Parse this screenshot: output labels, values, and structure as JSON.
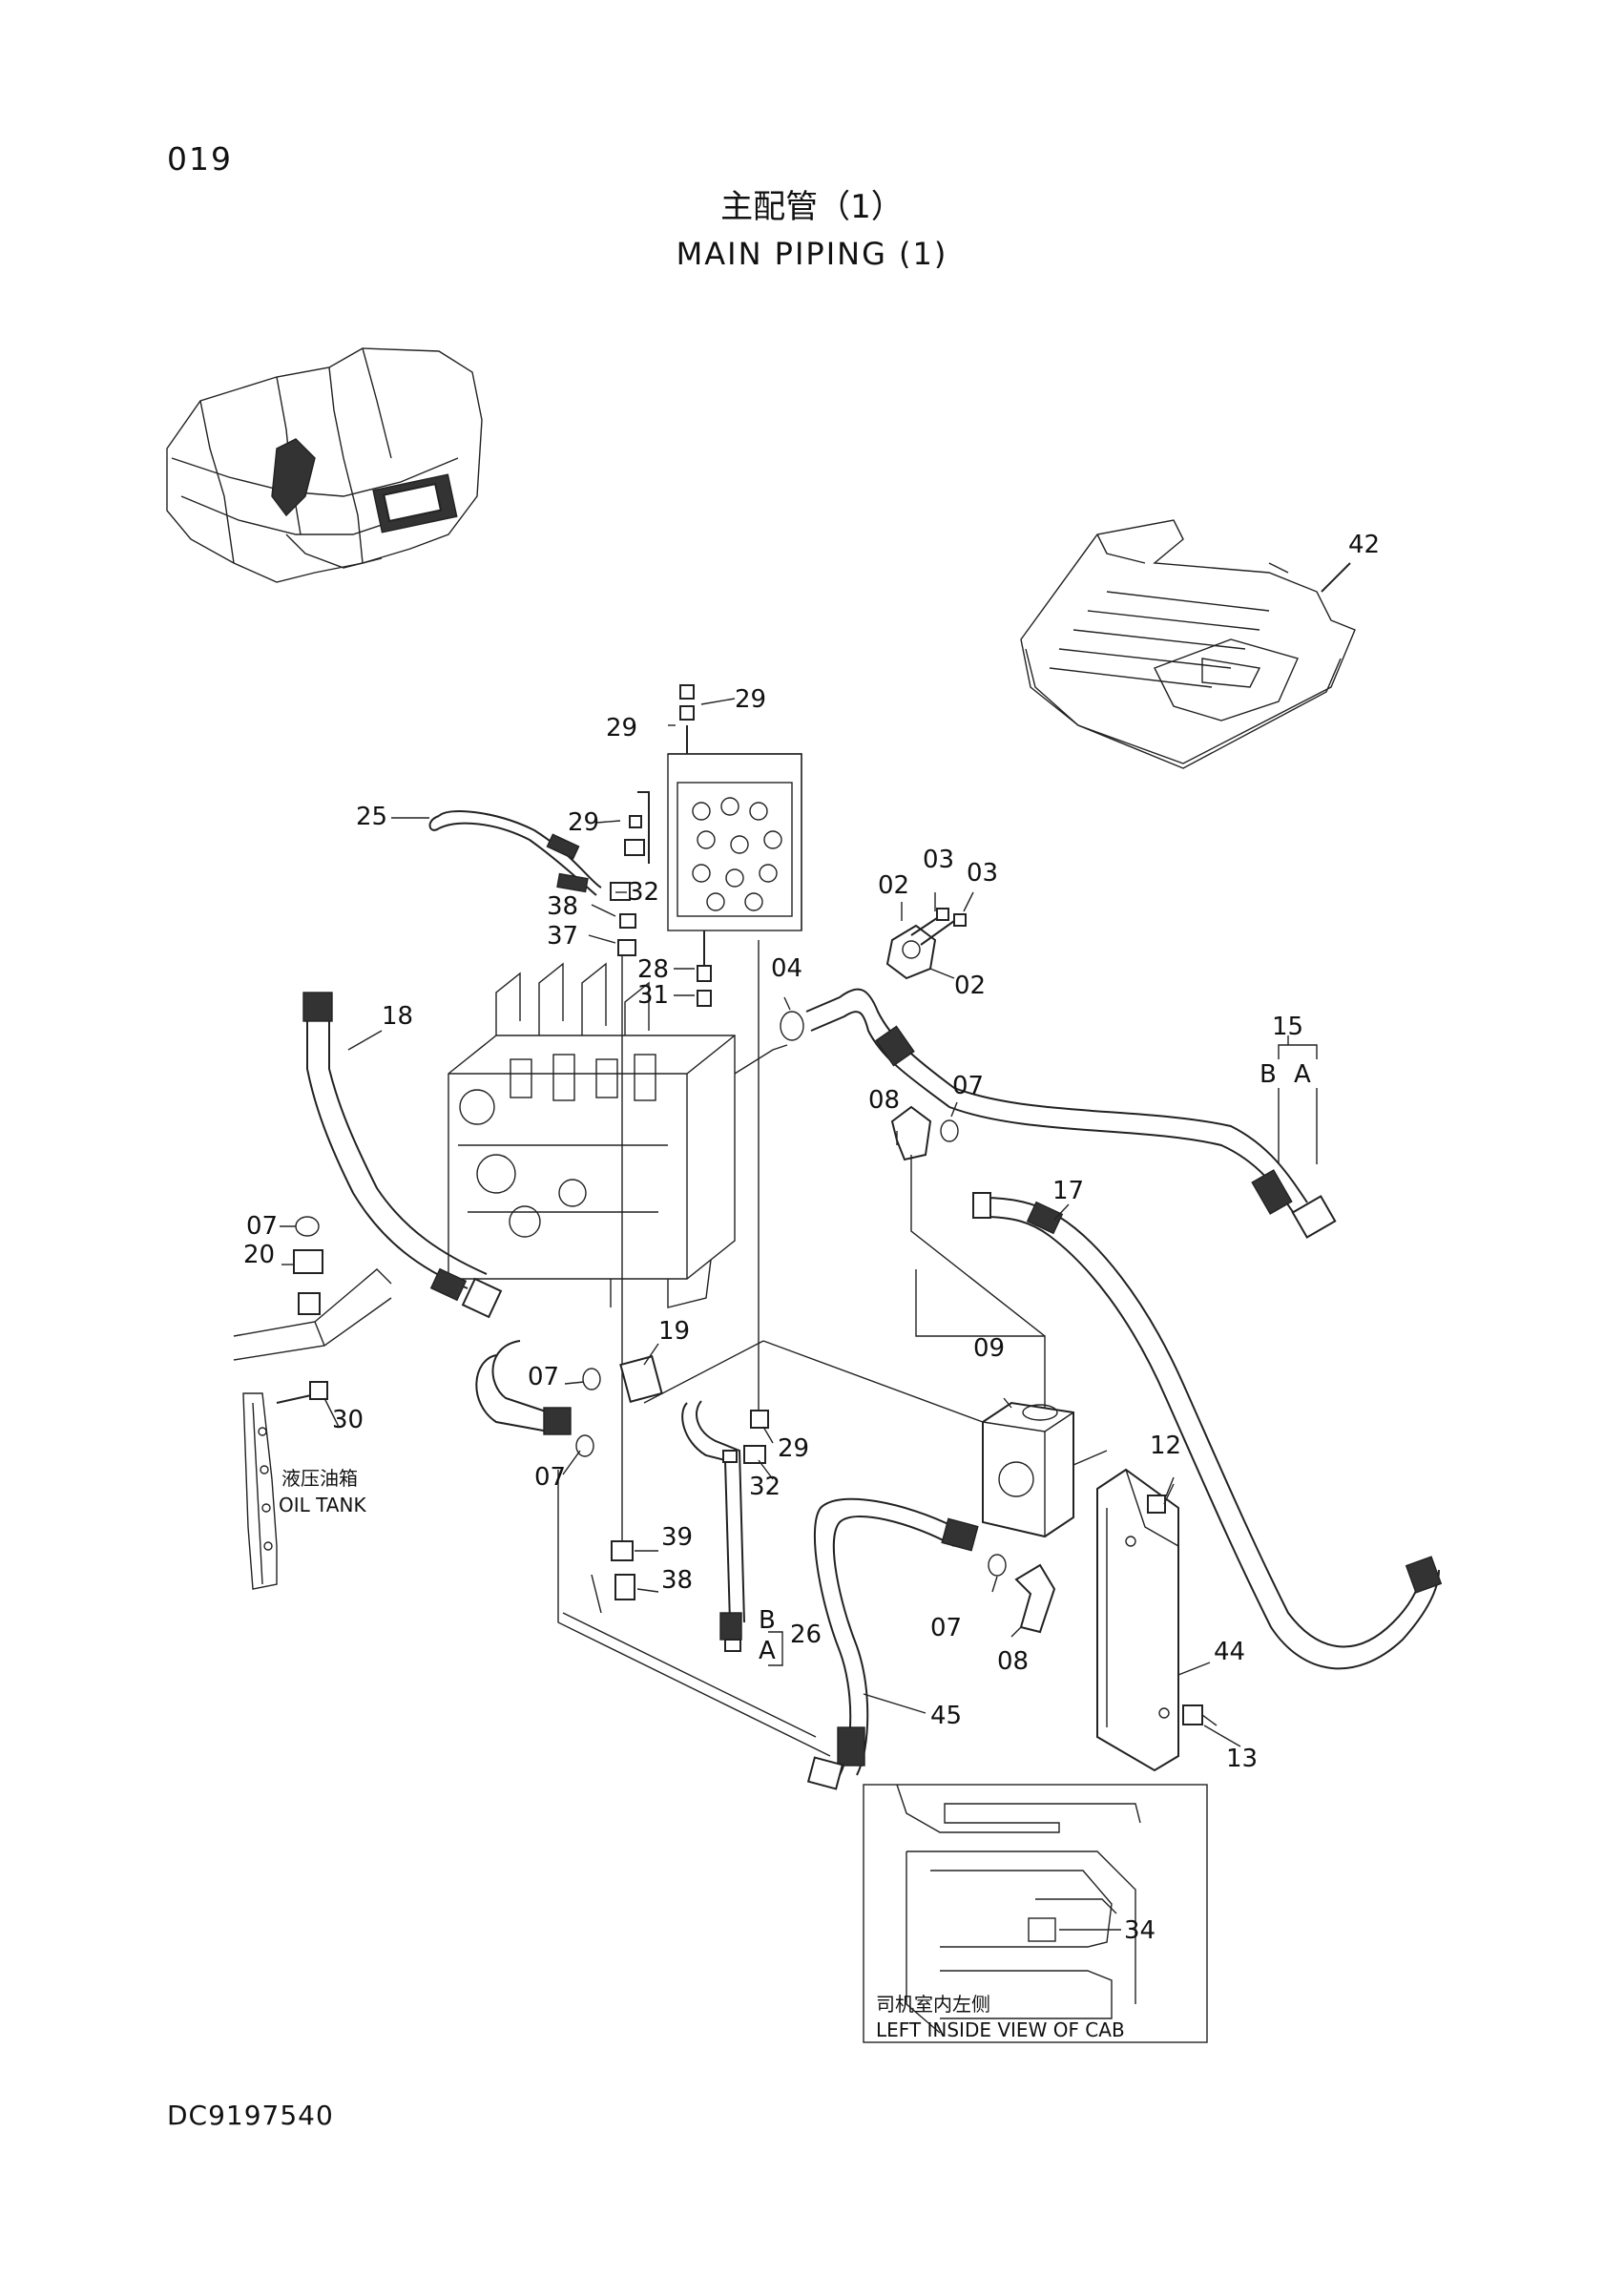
{
  "header": {
    "page_number": "019",
    "title_cn": "主配管（1）",
    "title_en": "MAIN PIPING (1)"
  },
  "footer": {
    "document_number": "DC9197540"
  },
  "callouts": [
    {
      "id": "c42",
      "text": "42"
    },
    {
      "id": "c29a",
      "text": "29"
    },
    {
      "id": "c29b",
      "text": "29"
    },
    {
      "id": "c25",
      "text": "25"
    },
    {
      "id": "c29c",
      "text": "29"
    },
    {
      "id": "c32a",
      "text": "32"
    },
    {
      "id": "c38a",
      "text": "38"
    },
    {
      "id": "c37",
      "text": "37"
    },
    {
      "id": "c28",
      "text": "28"
    },
    {
      "id": "c31",
      "text": "31"
    },
    {
      "id": "c04",
      "text": "04"
    },
    {
      "id": "c03a",
      "text": "03"
    },
    {
      "id": "c03b",
      "text": "03"
    },
    {
      "id": "c02a",
      "text": "02"
    },
    {
      "id": "c02b",
      "text": "02"
    },
    {
      "id": "c18",
      "text": "18"
    },
    {
      "id": "c15",
      "text": "15"
    },
    {
      "id": "c15b",
      "text": "B"
    },
    {
      "id": "c15a",
      "text": "A"
    },
    {
      "id": "c08a",
      "text": "08"
    },
    {
      "id": "c07a",
      "text": "07"
    },
    {
      "id": "c17",
      "text": "17"
    },
    {
      "id": "c07b",
      "text": "07"
    },
    {
      "id": "c20",
      "text": "20"
    },
    {
      "id": "c19",
      "text": "19"
    },
    {
      "id": "c07c",
      "text": "07"
    },
    {
      "id": "c09",
      "text": "09"
    },
    {
      "id": "c30",
      "text": "30"
    },
    {
      "id": "c29d",
      "text": "29"
    },
    {
      "id": "c07d",
      "text": "07"
    },
    {
      "id": "c32b",
      "text": "32"
    },
    {
      "id": "c12",
      "text": "12"
    },
    {
      "id": "c39",
      "text": "39"
    },
    {
      "id": "c38b",
      "text": "38"
    },
    {
      "id": "c26b",
      "text": "B"
    },
    {
      "id": "c26a",
      "text": "A"
    },
    {
      "id": "c26",
      "text": "26"
    },
    {
      "id": "c07e",
      "text": "07"
    },
    {
      "id": "c08b",
      "text": "08"
    },
    {
      "id": "c44",
      "text": "44"
    },
    {
      "id": "c45",
      "text": "45"
    },
    {
      "id": "c13",
      "text": "13"
    },
    {
      "id": "c34",
      "text": "34"
    }
  ],
  "notes": {
    "oil_tank_cn": "液压油箱",
    "oil_tank_en": "OIL TANK",
    "cab_view_cn": "司机室内左侧",
    "cab_view_en": "LEFT INSIDE VIEW OF CAB"
  }
}
